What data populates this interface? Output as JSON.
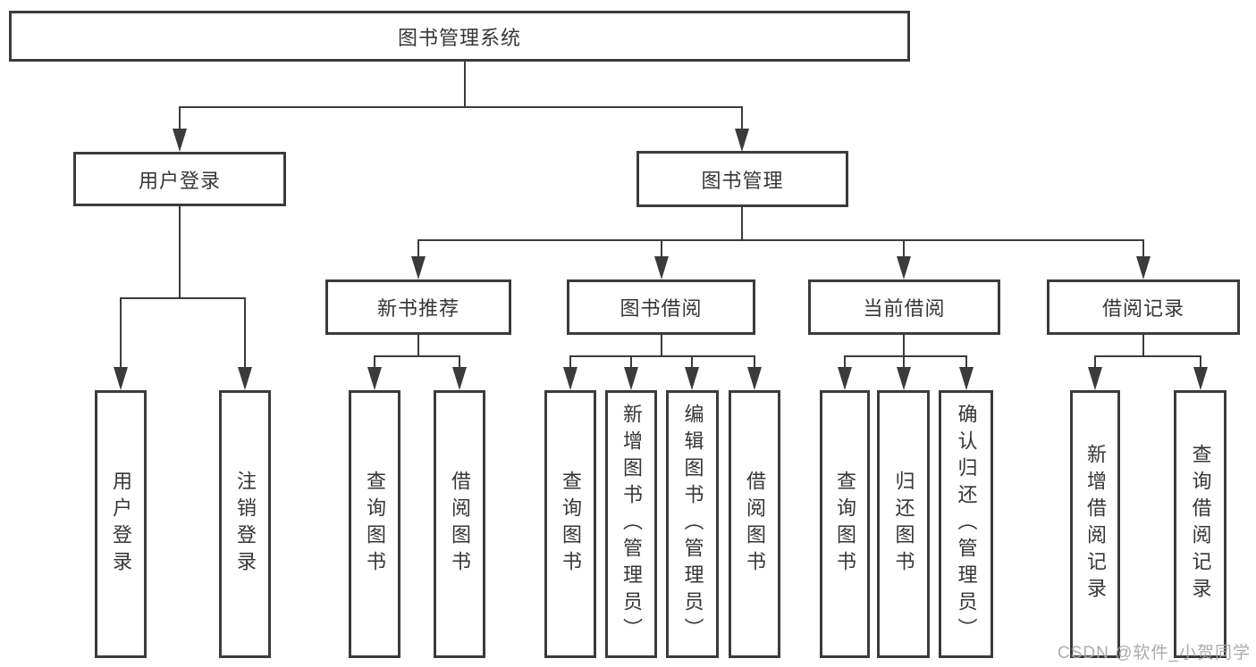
{
  "diagram": {
    "title": "图书管理系统",
    "type": "hierarchy-tree",
    "colors": {
      "line": "#3b3b3b",
      "box_border": "#3b3b3b",
      "text": "#363636",
      "background": "#ffffff",
      "watermark": "#a8a8a8"
    }
  },
  "root": {
    "label": "图书管理系统"
  },
  "level2": [
    {
      "label": "用户登录"
    },
    {
      "label": "图书管理"
    }
  ],
  "level3": [
    {
      "label": "新书推荐"
    },
    {
      "label": "图书借阅"
    },
    {
      "label": "当前借阅"
    },
    {
      "label": "借阅记录"
    }
  ],
  "leaves": {
    "user_login": [
      {
        "label": "用户登录"
      },
      {
        "label": "注销登录"
      }
    ],
    "new_book_recommendation": [
      {
        "label": "查询图书"
      },
      {
        "label": "借阅图书"
      }
    ],
    "book_borrowing": [
      {
        "label": "查询图书"
      },
      {
        "label": "新增图书（管理员）"
      },
      {
        "label": "编辑图书（管理员）"
      },
      {
        "label": "借阅图书"
      }
    ],
    "current_borrowing": [
      {
        "label": "查询图书"
      },
      {
        "label": "归还图书"
      },
      {
        "label": "确认归还（管理员）"
      }
    ],
    "borrowing_records": [
      {
        "label": "新增借阅记录"
      },
      {
        "label": "查询借阅记录"
      }
    ]
  },
  "watermark": "CSDN @软件_小贺同学"
}
